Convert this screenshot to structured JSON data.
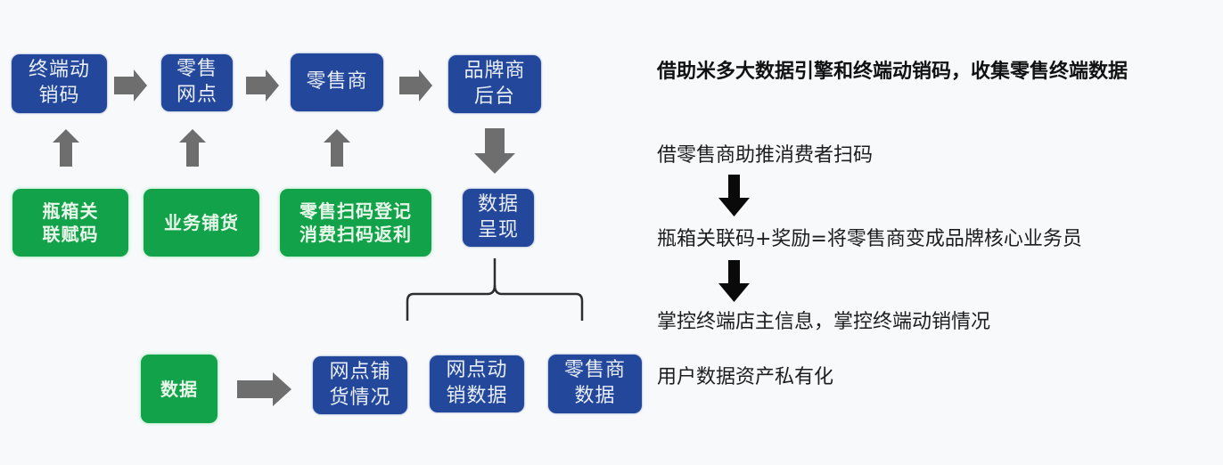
{
  "diagram": {
    "top_row": [
      {
        "id": "terminal-code",
        "label": "终端动\n销码"
      },
      {
        "id": "retail-outlet",
        "label": "零售\n网点"
      },
      {
        "id": "retailer",
        "label": "零售商"
      },
      {
        "id": "brand-backend",
        "label": "品牌商\n后台"
      }
    ],
    "input_row": [
      {
        "id": "bottle-box-code",
        "label": "瓶箱关\n联赋码"
      },
      {
        "id": "business-stocking",
        "label": "业务铺货"
      },
      {
        "id": "retail-scan",
        "label": "零售扫码登记\n消费扫码返利"
      }
    ],
    "data_display": {
      "label": "数据\n呈现"
    },
    "bottom_row": {
      "source": {
        "label": "数据"
      },
      "outputs": [
        {
          "id": "outlet-stocking",
          "label": "网点铺\n货情况"
        },
        {
          "id": "outlet-sales",
          "label": "网点动\n销数据"
        },
        {
          "id": "retailer-data",
          "label": "零售商\n数据"
        }
      ]
    },
    "colors": {
      "blue_box": "#23479a",
      "green_box": "#12a24a",
      "gray_arrow": "#6e6e6e",
      "black_arrow": "#0a0a0a"
    }
  },
  "side_panel": {
    "headline": "借助米多大数据引擎和终端动销码，收集零售终端数据",
    "steps": [
      "借零售商助推消费者扫码",
      "瓶箱关联码+奖励=将零售商变成品牌核心业务员",
      "掌控终端店主信息，掌控终端动销情况",
      "用户数据资产私有化"
    ]
  }
}
